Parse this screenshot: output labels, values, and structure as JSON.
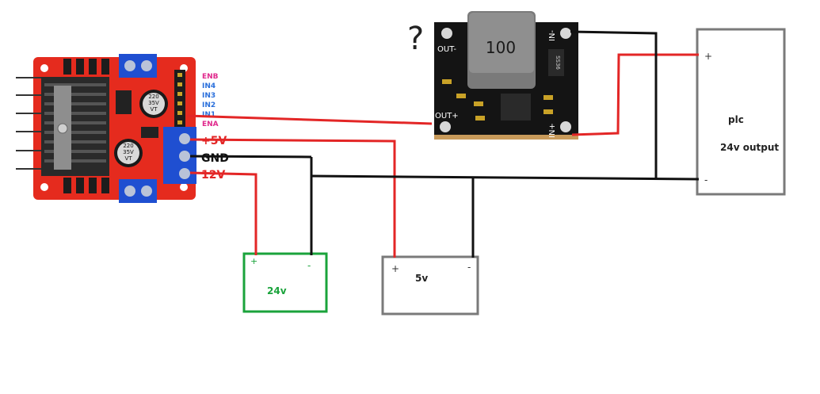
{
  "driver": {
    "pins": [
      "ENB",
      "IN4",
      "IN3",
      "IN2",
      "IN1",
      "ENA"
    ],
    "pin_colors": [
      "#e0288c",
      "#2a6fdb",
      "#2a6fdb",
      "#2a6fdb",
      "#2a6fdb",
      "#e0288c"
    ],
    "cap_text": [
      "220",
      "35V",
      "VT"
    ],
    "terminals": {
      "plus5v": "+5V",
      "gnd": "GND",
      "v12": "12V"
    },
    "terminal_colors": {
      "plus5v": "#e32626",
      "gnd": "#111111",
      "v12": "#e32626"
    }
  },
  "converter": {
    "inductor": "100",
    "out_minus": "OUT-",
    "out_plus": "OUT+",
    "in_minus": "IN-",
    "in_plus": "IN+",
    "diode": "SS36"
  },
  "annotation": {
    "question": "?"
  },
  "psu24": {
    "plus": "+",
    "minus": "-",
    "label": "24v",
    "color": "#1aa33b"
  },
  "psu5": {
    "plus": "+",
    "minus": "-",
    "label": "5v",
    "color": "#7a7a7a"
  },
  "plc": {
    "plus": "+",
    "minus": "-",
    "title": "plc",
    "subtitle": "24v output",
    "color": "#7a7a7a"
  },
  "wire_colors": {
    "red": "#e32626",
    "black": "#111111"
  }
}
